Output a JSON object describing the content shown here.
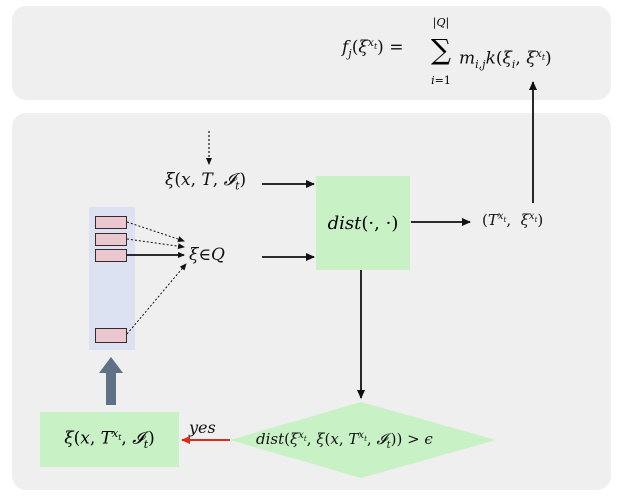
{
  "colors": {
    "panel": "#efefef",
    "node_fill": "#c8f2c6",
    "queue_bg": "#dde2f2",
    "queue_slot": "#ebc7cf",
    "queue_slot_border": "#3a2a2e",
    "up_arrow": "#5e7186",
    "yes_arrow": "#e0291a",
    "line": "#111111"
  },
  "labels": {
    "formula_lhs": "f_j(ξ^{x_t}) =",
    "formula_sum_top": "|Q|",
    "formula_sum_bottom": "i=1",
    "formula_rhs": "m_{i,j} k(ξ_i, ξ^{x_t})",
    "xi_input": "ξ(x, T, 𝓘_t)",
    "xi_in_q": "ξ∈Q",
    "dist_node": "dist(·,·)",
    "output_pair": "(T^{x_t}, ξ^{x_t})",
    "condition": "dist(ξ^{x_t}, ξ(x, T^{x_t}, 𝓘_t)) > ϵ",
    "yes": "yes",
    "new_xi": "ξ(x, T^{x_t}, 𝓘_t)"
  }
}
